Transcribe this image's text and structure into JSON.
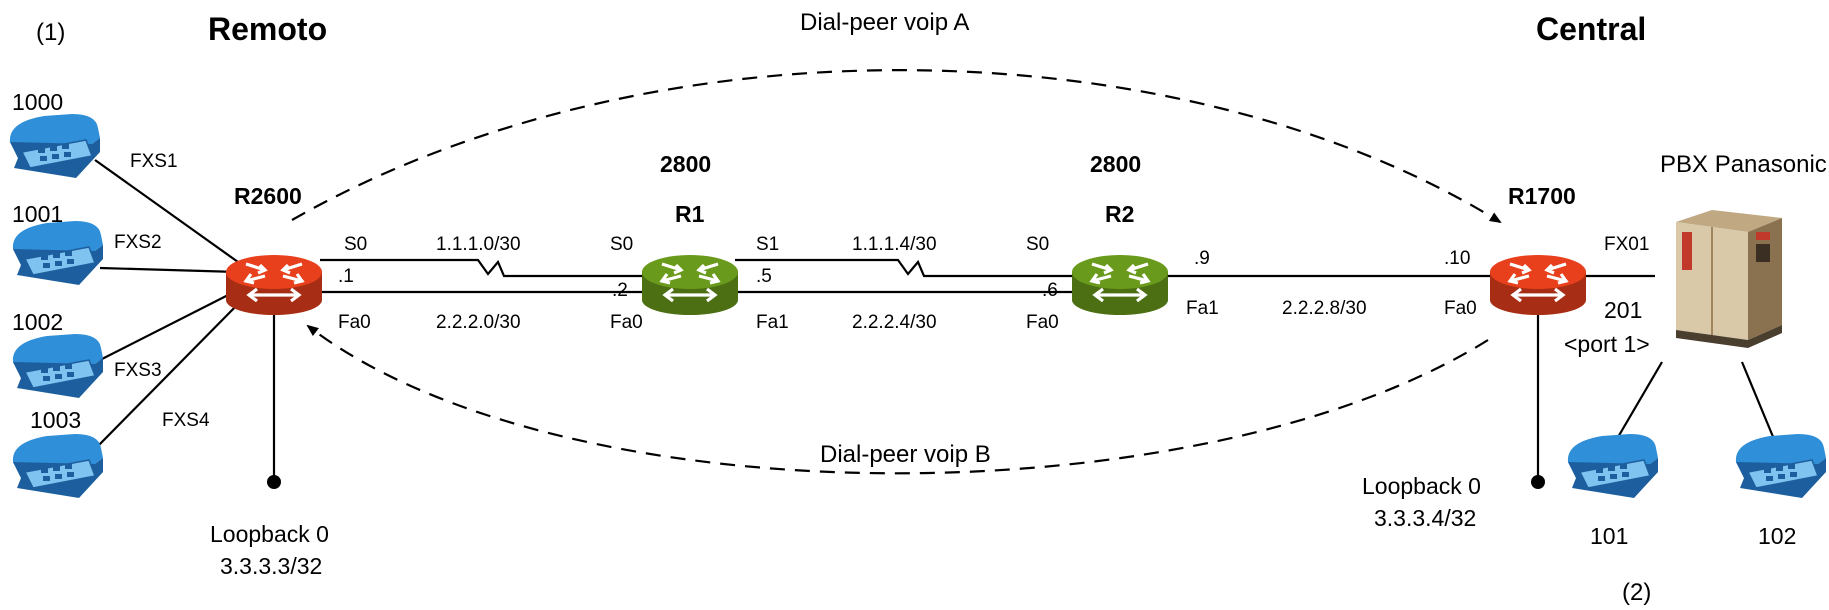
{
  "labels": {
    "corner_left": "(1)",
    "corner_right": "(2)",
    "site_left": "Remoto",
    "site_right": "Central",
    "dialpeer_a": "Dial-peer voip A",
    "dialpeer_b": "Dial-peer voip B",
    "pbx": "PBX Panasonic",
    "pbx_ext": "201",
    "pbx_port": "<port 1>"
  },
  "routers": {
    "r2600": {
      "name": "R2600",
      "color": "#e8401c"
    },
    "r1": {
      "model": "2800",
      "name": "R1",
      "color": "#6a9a1c"
    },
    "r2": {
      "model": "2800",
      "name": "R2",
      "color": "#6a9a1c"
    },
    "r1700": {
      "name": "R1700",
      "color": "#e8401c"
    }
  },
  "phones": [
    {
      "ext": "1000",
      "port": "FXS1"
    },
    {
      "ext": "1001",
      "port": "FXS2"
    },
    {
      "ext": "1002",
      "port": "FXS3"
    },
    {
      "ext": "1003",
      "port": "FXS4"
    }
  ],
  "pbx_phones": [
    {
      "ext": "101"
    },
    {
      "ext": "102"
    }
  ],
  "links": {
    "serial_1": {
      "network": "1.1.1.0/30",
      "left_if": "S0",
      "right_if": "S0",
      "left_host": ".1",
      "right_host": ".2"
    },
    "fast_1": {
      "network": "2.2.2.0/30",
      "left_if": "Fa0",
      "right_if": "Fa0"
    },
    "serial_2": {
      "network": "1.1.1.4/30",
      "left_if": "S1",
      "right_if": "S0",
      "left_host": ".5",
      "right_host": ".6"
    },
    "fast_2": {
      "network": "2.2.2.4/30",
      "left_if": "Fa1",
      "right_if": "Fa0"
    },
    "fast_3": {
      "network": "2.2.2.8/30",
      "left_if": "Fa1",
      "right_if": "Fa0",
      "left_host": ".9",
      "right_host": ".10"
    },
    "pbx_link": {
      "if": "FX01"
    }
  },
  "loopbacks": {
    "left": {
      "name": "Loopback 0",
      "addr": "3.3.3.3/32"
    },
    "right": {
      "name": "Loopback 0",
      "addr": "3.3.3.4/32"
    }
  },
  "colors": {
    "router_red": "#e8401c",
    "router_green": "#6a9a1c",
    "phone_blue": "#2f8fd8",
    "pbx_cabinet": "#d9c9a8"
  }
}
